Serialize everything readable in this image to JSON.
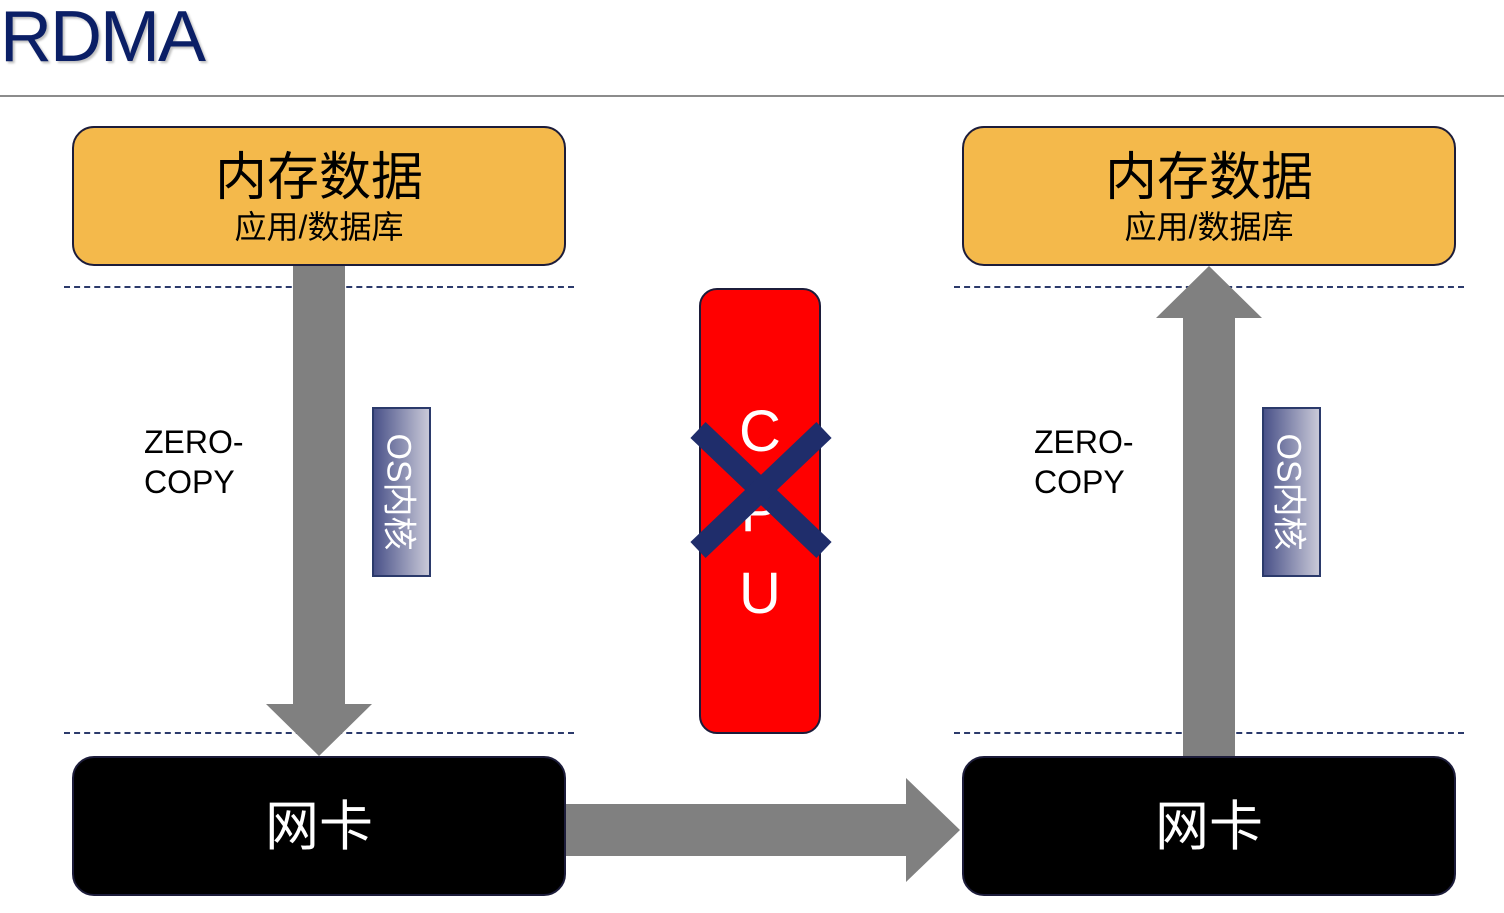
{
  "title": "RDMA",
  "left": {
    "memory_main": "内存数据",
    "memory_sub": "应用/数据库",
    "zero_copy": "ZERO-\nCOPY",
    "os_label": "OS内核",
    "nic_label": "网卡"
  },
  "right": {
    "memory_main": "内存数据",
    "memory_sub": "应用/数据库",
    "zero_copy": "ZERO-\nCOPY",
    "os_label": "OS内核",
    "nic_label": "网卡"
  },
  "cpu": {
    "letters": [
      "C",
      "P",
      "U"
    ]
  },
  "colors": {
    "memory": "#f4b94b",
    "nic": "#000000",
    "cpu": "#ff0000",
    "arrow": "#808080",
    "cross": "#1f2d6b",
    "title": "#0b1f66"
  }
}
